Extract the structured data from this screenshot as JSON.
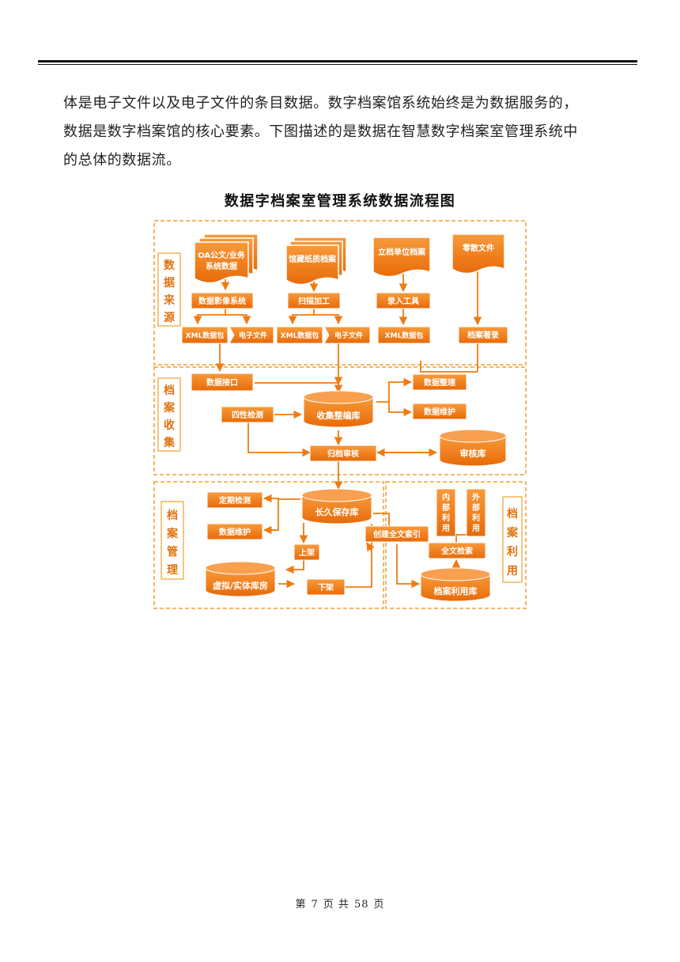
{
  "document": {
    "paragraph_lines": [
      "体是电子文件以及电子文件的条目数据。数字档案馆系统始终是为数据服务的，",
      "数据是数字档案馆的核心要素。下图描述的是数据在智慧数字档案室管理系统中",
      "的总体的数据流。"
    ],
    "figure_title": "数据字档案室管理系统数据流程图"
  },
  "diagram": {
    "colors": {
      "accent": "#f07b12",
      "dash": "#f0a030",
      "text_light": "#ffffff",
      "label_text": "#e0720e"
    },
    "sections": {
      "source": "数据来源",
      "collect": "档案收集",
      "manage": "档案管理",
      "use": "档案利用"
    },
    "nodes": {
      "oa": [
        "OA公文/业务",
        "系统数据"
      ],
      "paper": "馆藏纸质档案",
      "unit": "立档单位档案",
      "scattered": "零散文件",
      "imaging": "数据影像系统",
      "scan": "扫描加工",
      "entry": "录入工具",
      "xml1": "XML数据包",
      "efile1": "电子文件",
      "xml2": "XML数据包",
      "efile2": "电子文件",
      "xml3": "XML数据包",
      "catalog": "档案著录",
      "interface": "数据接口",
      "collect_db": "收集整编库",
      "organize": "数据整理",
      "maintain1": "数据维护",
      "check4": "四性检测",
      "archive_review": "归档审核",
      "review_db": "审核库",
      "longterm_db": "长久保存库",
      "periodic": "定期检测",
      "maintain2": "数据维护",
      "shelve_up": "上架",
      "virtual_db": "虚拟/实体库房",
      "shelve_down": "下架",
      "fulltext_index": "创建全文索引",
      "fulltext_search": "全文检索",
      "use_db": "档案利用库",
      "internal": "内部利用",
      "external": "外部利用"
    }
  },
  "footer": {
    "prefix": "第",
    "page": "7",
    "mid": "页 共",
    "total": "58",
    "suffix": "页"
  }
}
